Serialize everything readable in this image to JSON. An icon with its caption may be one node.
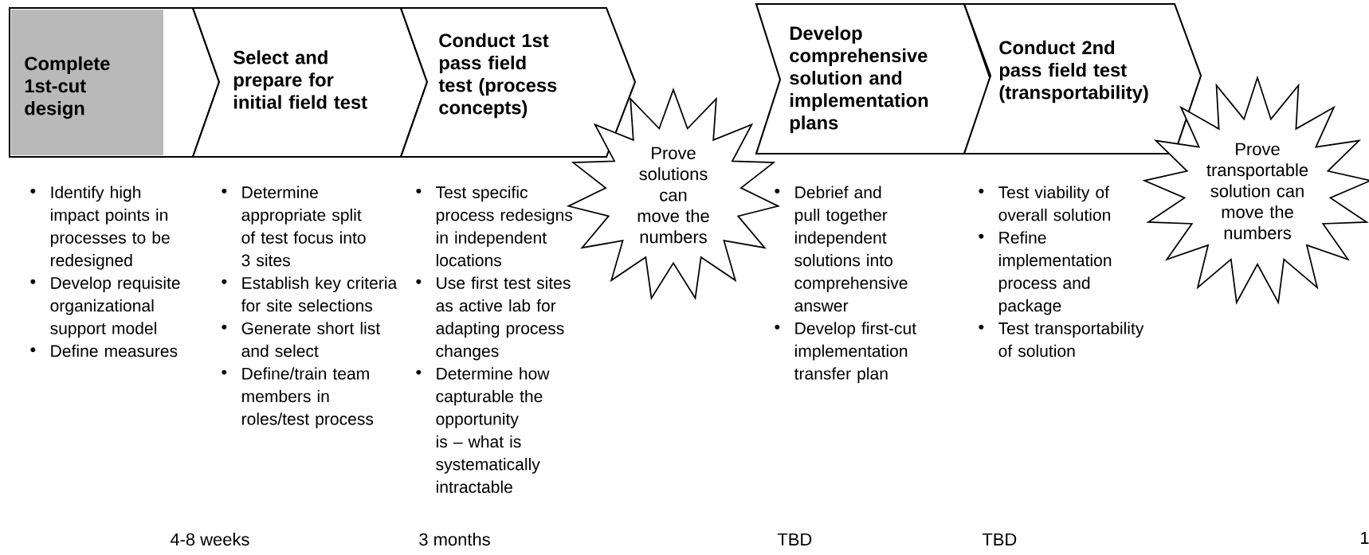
{
  "diagram": {
    "nodes": [
      {
        "text": [
          "Complete 1st-cut design"
        ],
        "beside": [
          "Identify high impact points in processes to be redesigned",
          "Develop requisite organizational support model",
          "Define measures"
        ]
      },
      {
        "text": [
          "Select and prepare for initial field test"
        ],
        "beside": [
          "Determine appropriate split of test focus into 3 sites",
          "Establish key criteria for site selections",
          "Generate short list and select",
          "Define/train team members in roles/test process"
        ]
      },
      {
        "text": [
          "Conduct 1st pass field test (process concepts)"
        ],
        "beside": [
          "Test specific process redesigns in independent locations",
          "Use first test sites as active lab  for adapting process changes",
          "Determine how capturable the opportunity is – what is systematically intractable"
        ]
      },
      {
        "text": [
          "Prove solutions can move the numbers"
        ]
      },
      {
        "text": [
          "Develop comprehensive solution and implementation plans"
        ],
        "beside": [
          "Debrief and pull together independent solutions into comprehensive answer",
          "Develop first-cut implementation transfer plan"
        ]
      },
      {
        "text": [
          "Conduct 2nd pass field test (transportability)"
        ],
        "beside": [
          "Test viability of overall solution",
          "Refine implementation process and package",
          "Test transportability of solution"
        ]
      },
      {
        "text": [
          "Prove transportable solution can move the numbers"
        ]
      }
    ],
    "labels": [
      "4-8 weeks",
      "3 months",
      "TBD",
      "TBD",
      "1"
    ]
  }
}
